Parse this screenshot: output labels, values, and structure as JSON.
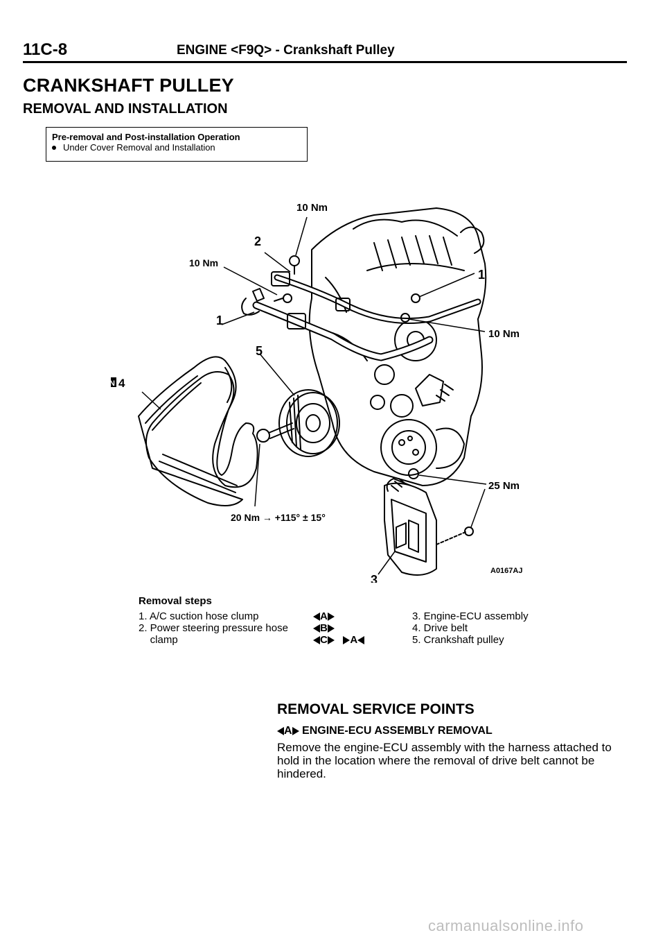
{
  "header": {
    "page_number": "11C-8",
    "title": "ENGINE <F9Q> - Crankshaft Pulley"
  },
  "section_title": "CRANKSHAFT PULLEY",
  "subsection_title": "REMOVAL AND INSTALLATION",
  "pre_box": {
    "title": "Pre-removal and Post-installation Operation",
    "item": "Under Cover Removal and Installation"
  },
  "diagram": {
    "labels": {
      "torque_top": "10 Nm",
      "torque_left": "10 Nm",
      "torque_right": "10 Nm",
      "torque_ecu": "25 Nm",
      "torque_pulley": "20 Nm → +115° ± 15°",
      "num_2": "2",
      "num_1_left": "1",
      "num_1_right": "1",
      "num_5": "5",
      "num_4": "4",
      "num_3": "3",
      "n_badge": "N",
      "figure_code": "A0167AJ"
    }
  },
  "removal": {
    "title": "Removal steps",
    "left_lines": [
      "1. A/C suction hose clump",
      "2. Power steering pressure hose",
      "    clamp"
    ],
    "markers": [
      {
        "left": "A",
        "right": ""
      },
      {
        "left": "B",
        "right": ""
      },
      {
        "left": "C",
        "right": "A"
      }
    ],
    "right_lines": [
      "3. Engine-ECU assembly",
      "4. Drive belt",
      "5. Crankshaft pulley"
    ]
  },
  "service": {
    "title": "REMOVAL SERVICE POINTS",
    "sub_marker": "A",
    "sub_title": "ENGINE-ECU ASSEMBLY REMOVAL",
    "body": "Remove the engine-ECU assembly with the harness attached to hold in the location where the removal of drive belt cannot be hindered."
  },
  "watermark": "carmanualsonline.info"
}
